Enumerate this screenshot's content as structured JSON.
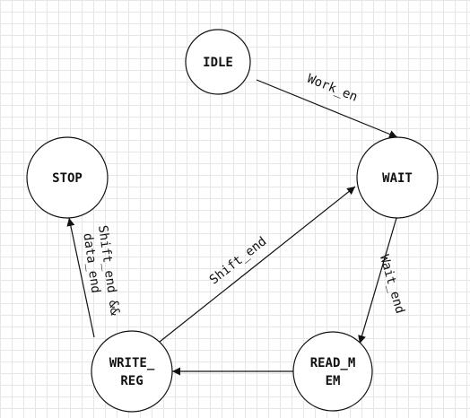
{
  "states": {
    "idle": {
      "label": "IDLE"
    },
    "wait": {
      "label": "WAIT"
    },
    "stop": {
      "label": "STOP"
    },
    "write_reg": {
      "line1": "WRITE_",
      "line2": "REG"
    },
    "read_mem": {
      "line1": "READ_M",
      "line2": "EM"
    }
  },
  "transitions": {
    "idle_to_wait": "Work_en",
    "wait_to_read_mem": "Wait_end",
    "write_reg_to_wait": "Shift_end",
    "write_reg_to_stop": {
      "line1": "Shift_end &&",
      "line2": "data_end"
    }
  },
  "colors": {
    "stroke": "#111111",
    "grid": "#e6e6e6"
  }
}
